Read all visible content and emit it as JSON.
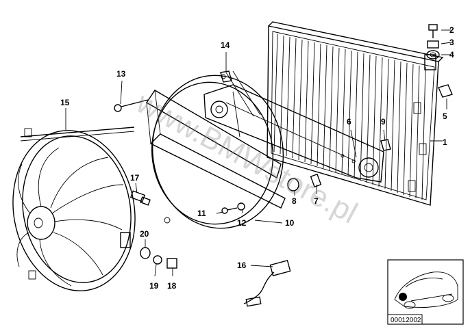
{
  "watermark": "www.BMWstore.pl",
  "reference_code": "00012002",
  "callouts": [
    "1",
    "2",
    "3",
    "4",
    "5",
    "6",
    "7",
    "8",
    "9",
    "10",
    "11",
    "12",
    "13",
    "14",
    "15",
    "16",
    "17",
    "18",
    "19",
    "20"
  ],
  "colors": {
    "ink": "#000000",
    "background": "#ffffff",
    "watermark": "#8a8a8a"
  }
}
